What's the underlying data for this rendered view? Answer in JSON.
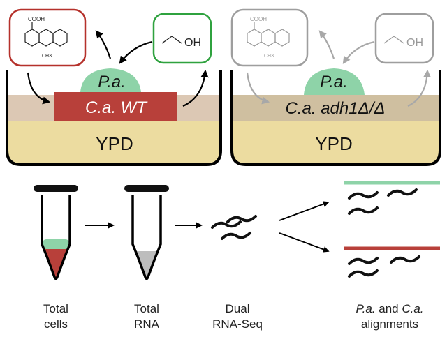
{
  "panels": [
    {
      "id": "wild-type",
      "pa_label": "P.a.",
      "ca_label": "C.a. WT",
      "medium_label": "YPD",
      "molecule1": {
        "group": "COOH",
        "substituent": "CH3"
      },
      "molecule2": {
        "group": "OH"
      },
      "colors": {
        "outline": "#000000",
        "molecule1_border": "#b5312b",
        "molecule2_border": "#2fa23f",
        "arrows": "#000000",
        "ca_block": "#b8403a"
      }
    },
    {
      "id": "adh1-mutant",
      "pa_label": "P.a.",
      "ca_label": "C.a. adh1Δ/Δ",
      "medium_label": "YPD",
      "molecule1": {
        "group": "COOH",
        "substituent": "CH3"
      },
      "molecule2": {
        "group": "OH"
      },
      "colors": {
        "outline": "#000000",
        "molecule1_border": "#9e9e9e",
        "molecule2_border": "#9e9e9e",
        "arrows": "#a8a8a8",
        "ca_block": "#c8b99a"
      }
    }
  ],
  "workflow": {
    "steps": [
      {
        "line1": "Total",
        "line2": "cells"
      },
      {
        "line1": "Total",
        "line2": "RNA"
      },
      {
        "line1": "Dual",
        "line2": "RNA-Seq"
      },
      {
        "pa": "P.a.",
        "and": " and ",
        "ca": "C.a.",
        "line2": "alignments"
      }
    ],
    "colors": {
      "pa_reference": "#8ed3a8",
      "ca_reference": "#b8403a",
      "pellet_pa": "#8ed3a8",
      "pellet_ca": "#b8403a",
      "rna_pellet": "#bdbdbd"
    }
  },
  "palette": {
    "agar": "#ecdca0",
    "mat": "#dcc8b4",
    "pa_colony": "#8ed3a8"
  }
}
